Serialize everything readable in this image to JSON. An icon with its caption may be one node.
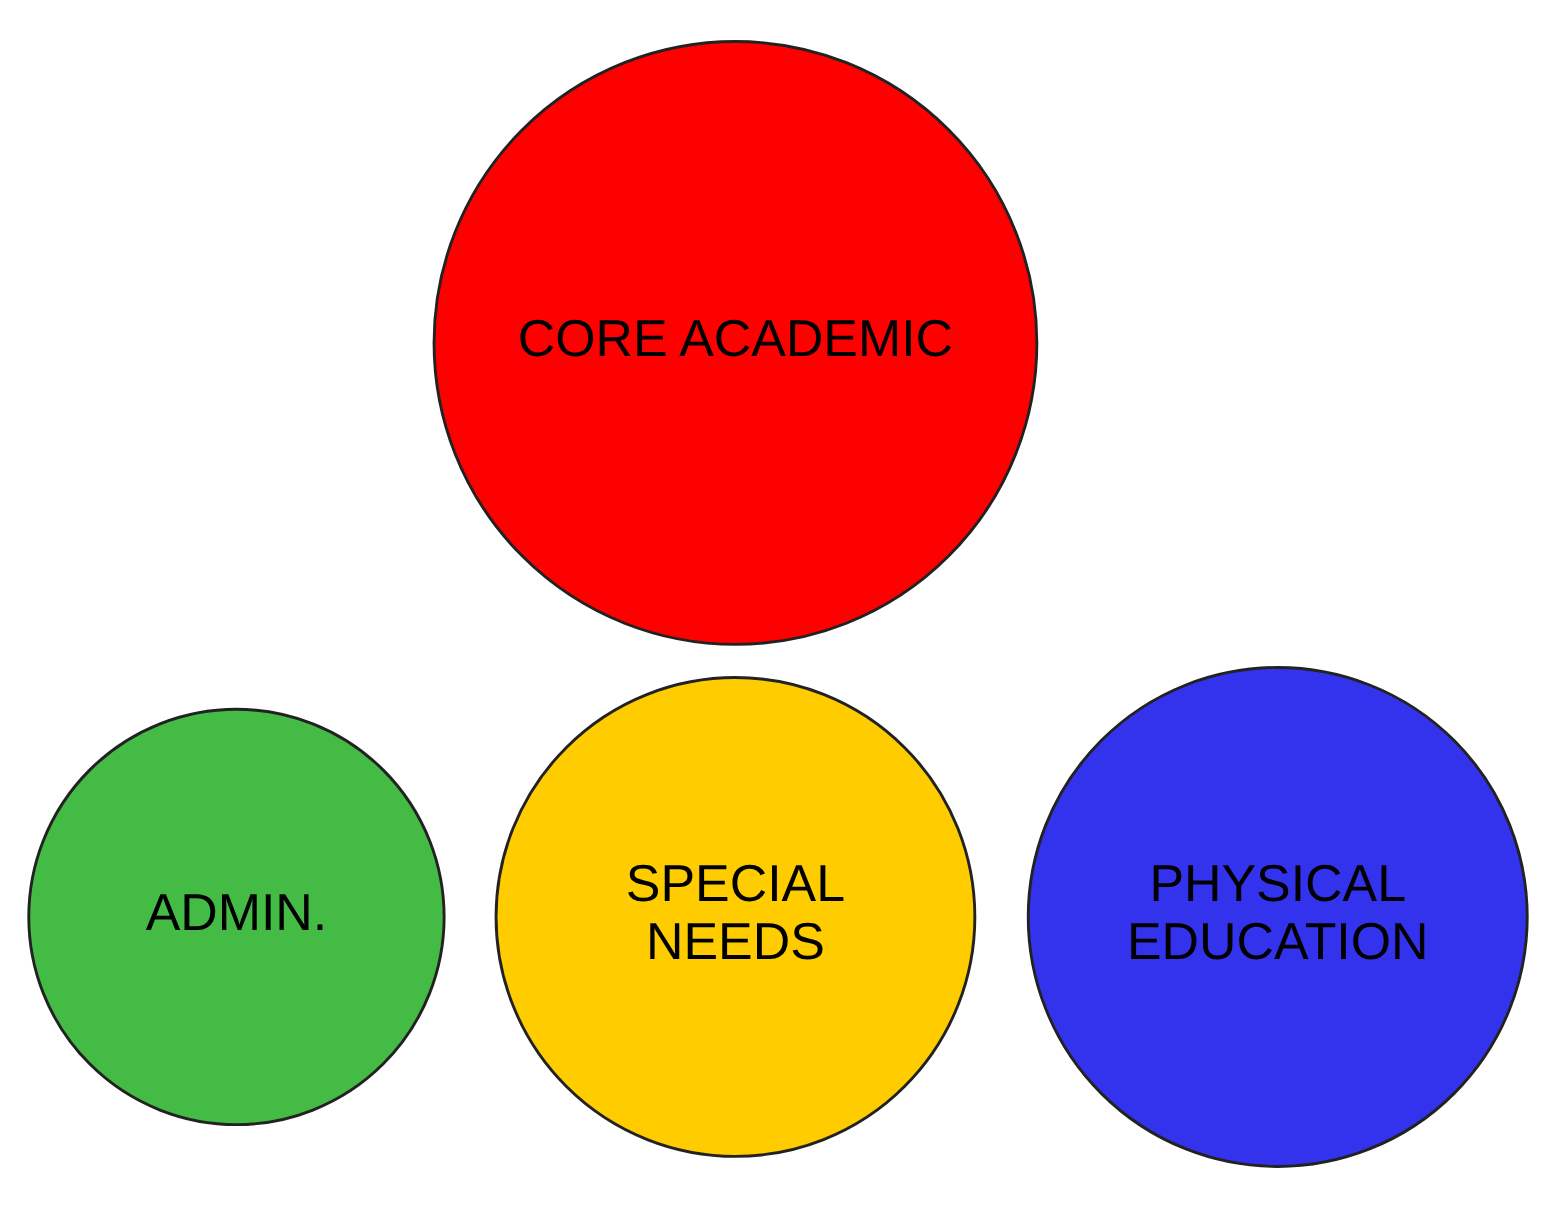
{
  "diagram": {
    "nodes": [
      {
        "text": [
          "CORE ACADEMIC"
        ]
      },
      {
        "text": [
          "ADMIN."
        ]
      },
      {
        "text": [
          "SPECIAL NEEDS"
        ]
      },
      {
        "text": [
          "PHYSICAL EDUCATION"
        ]
      }
    ]
  }
}
